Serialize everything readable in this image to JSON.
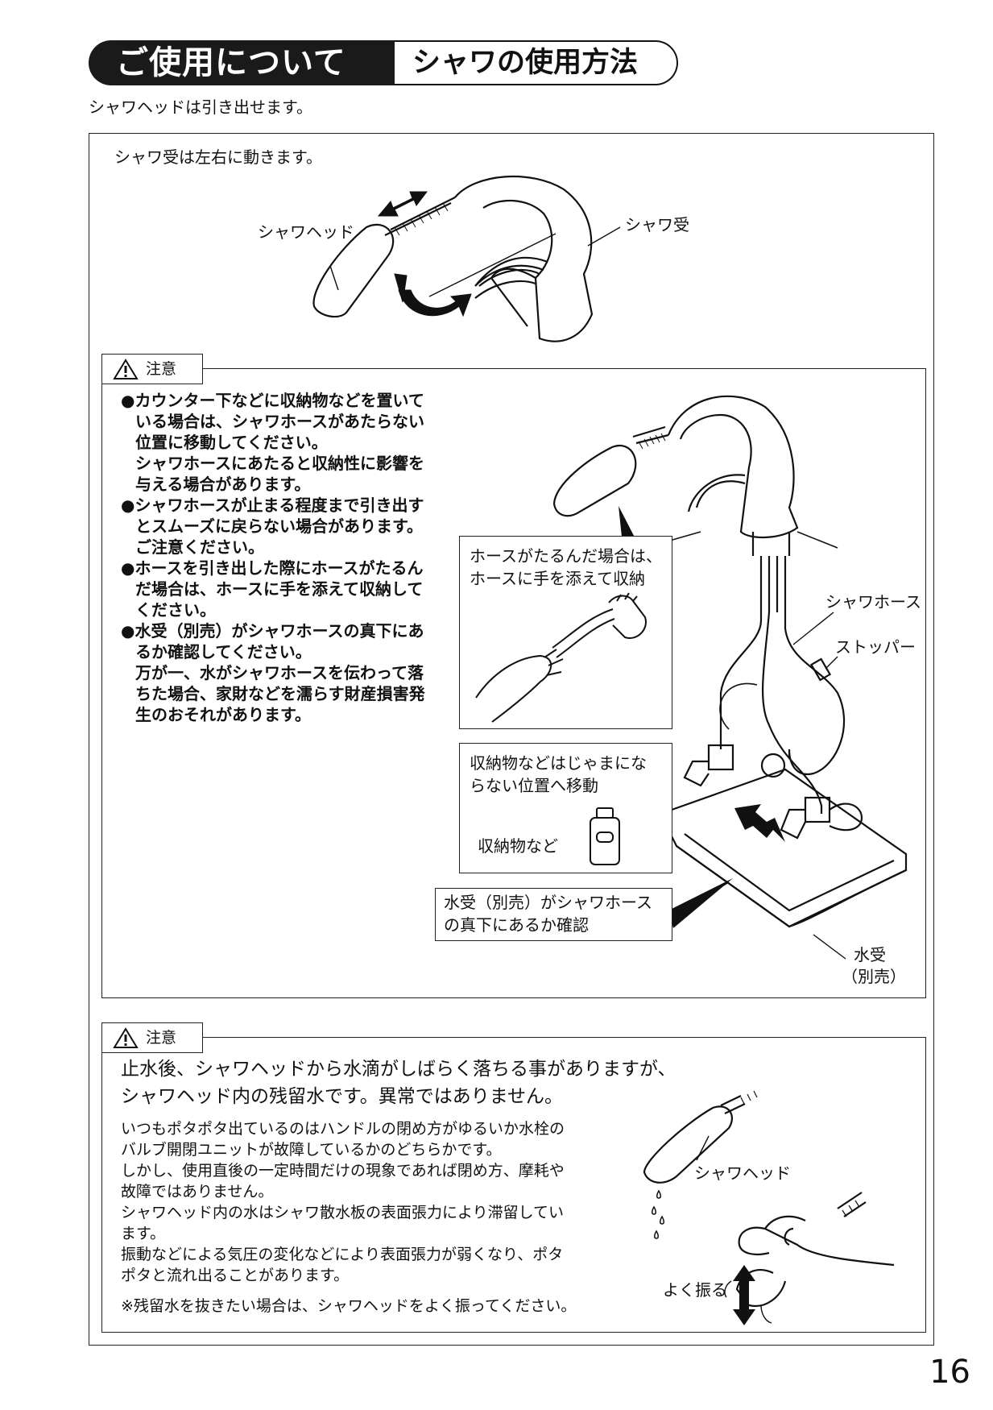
{
  "header": {
    "section": "ご使用について",
    "title": "シャワの使用方法"
  },
  "intro": "シャワヘッドは引き出せます。",
  "top_panel": {
    "note": "シャワ受は左右に動きます。",
    "label_head": "シャワヘッド",
    "label_receiver": "シャワ受"
  },
  "caution1": {
    "tab": "注意",
    "bullets": [
      [
        "●カウンター下などに収納物などを置いて",
        "いる場合は、シャワホースがあたらない",
        "位置に移動してください。",
        "シャワホースにあたると収納性に影響を",
        "与える場合があります。"
      ],
      [
        "●シャワホースが止まる程度まで引き出す",
        "とスムーズに戻らない場合があります。",
        "ご注意ください。"
      ],
      [
        "●ホースを引き出した際にホースがたるん",
        "だ場合は、ホースに手を添えて収納して",
        "ください。"
      ],
      [
        "●水受（別売）がシャワホースの真下にあ",
        "るか確認してください。",
        "万が一、水がシャワホースを伝わって落",
        "ちた場合、家財などを濡らす財産損害発",
        "生のおそれがあります。"
      ]
    ],
    "callout_hose": [
      "ホースがたるんだ場合は、",
      "ホースに手を添えて収納"
    ],
    "callout_storage": [
      "収納物などはじゃまにな",
      "らない位置へ移動"
    ],
    "storage_label": "収納物など",
    "callout_tray": [
      "水受（別売）がシャワホース",
      "の真下にあるか確認"
    ],
    "label_hose": "シャワホース",
    "label_stopper": "ストッパー",
    "label_tray": [
      "水受",
      "（別売）"
    ]
  },
  "caution2": {
    "tab": "注意",
    "lead": [
      "止水後、シャワヘッドから水滴がしばらく落ちる事がありますが、",
      "シャワヘッド内の残留水です。異常ではありません。"
    ],
    "body": [
      "いつもポタポタ出ているのはハンドルの閉め方がゆるいか水栓の",
      "バルブ開閉ユニットが故障しているかのどちらかです。",
      "しかし、使用直後の一定時間だけの現象であれば閉め方、摩耗や",
      "故障ではありません。",
      "シャワヘッド内の水はシャワ散水板の表面張力により滞留してい",
      "ます。",
      "振動などによる気圧の変化などにより表面張力が弱くなり、ポタ",
      "ポタと流れ出ることがあります。"
    ],
    "note": "※残留水を抜きたい場合は、シャワヘッドをよく振ってください。",
    "label_head": "シャワヘッド",
    "label_shake": "よく振る"
  },
  "page_number": "16"
}
